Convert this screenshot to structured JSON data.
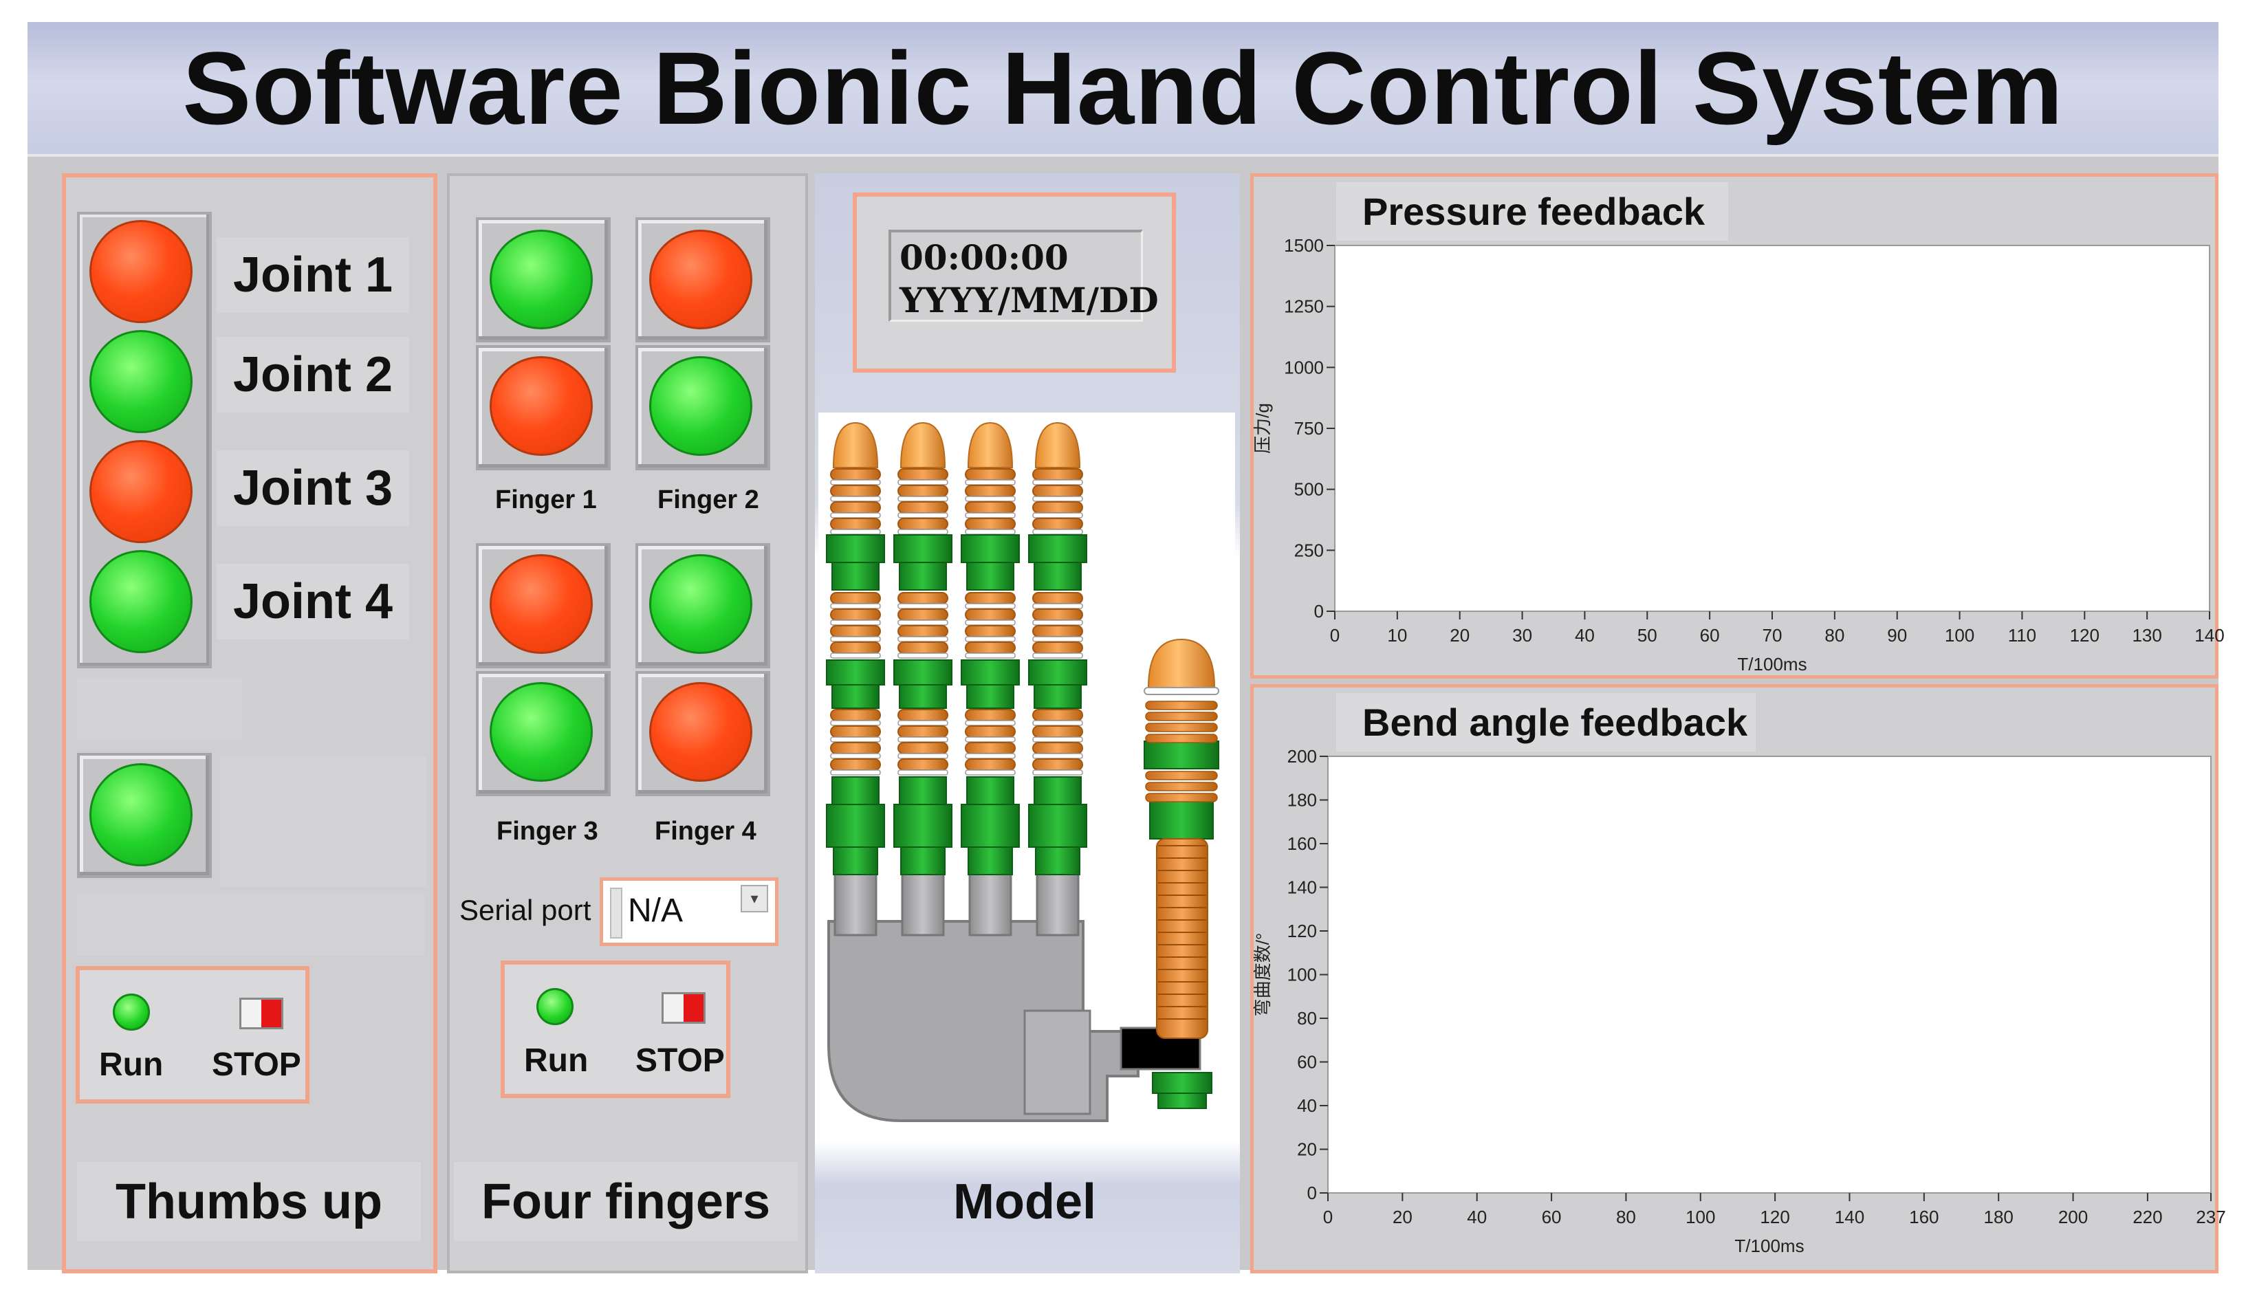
{
  "title": "Software Bionic Hand Control System",
  "thumb_panel": {
    "joints": [
      {
        "label": "Joint 1",
        "state": "red"
      },
      {
        "label": "Joint 2",
        "state": "green"
      },
      {
        "label": "Joint 3",
        "state": "red"
      },
      {
        "label": "Joint 4",
        "state": "green"
      }
    ],
    "extra_led_state": "green",
    "run_label": "Run",
    "stop_label": "STOP",
    "caption": "Thumbs up"
  },
  "fingers_panel": {
    "fingers": [
      {
        "label": "Finger 1",
        "upper": "green",
        "lower": "red"
      },
      {
        "label": "Finger 2",
        "upper": "red",
        "lower": "green"
      },
      {
        "label": "Finger 3",
        "upper": "red",
        "lower": "green"
      },
      {
        "label": "Finger 4",
        "upper": "green",
        "lower": "red"
      }
    ],
    "serial_port_label": "Serial port",
    "serial_port_value": "N/A",
    "run_label": "Run",
    "stop_label": "STOP",
    "caption": "Four fingers"
  },
  "model_panel": {
    "time": "00:00:00",
    "date": "YYYY/MM/DD",
    "caption": "Model"
  },
  "colors": {
    "led_red": "#ff4a16",
    "led_green": "#22d22a",
    "panel_border": "#f2a58a",
    "finger_tip": "#f0a048",
    "finger_green": "#1fa830",
    "palm_gray": "#a8a8aa"
  },
  "chart_data": [
    {
      "type": "line",
      "title": "Pressure feedback",
      "xlabel": "T/100ms",
      "ylabel": "压力/g",
      "xlim": [
        0,
        140
      ],
      "ylim": [
        0,
        1500
      ],
      "x_ticks": [
        "0",
        "10",
        "20",
        "30",
        "40",
        "50",
        "60",
        "70",
        "80",
        "90",
        "100",
        "110",
        "120",
        "130",
        "140"
      ],
      "y_ticks": [
        "0",
        "250",
        "500",
        "750",
        "1000",
        "1250",
        "1500"
      ],
      "series": []
    },
    {
      "type": "line",
      "title": "Bend angle feedback",
      "xlabel": "T/100ms",
      "ylabel": "弯曲度数/°",
      "xlim": [
        0,
        237
      ],
      "ylim": [
        0,
        200
      ],
      "x_ticks": [
        "0",
        "20",
        "40",
        "60",
        "80",
        "100",
        "120",
        "140",
        "160",
        "180",
        "200",
        "220",
        "237"
      ],
      "y_ticks": [
        "0",
        "20",
        "40",
        "60",
        "80",
        "100",
        "120",
        "140",
        "160",
        "180",
        "200"
      ],
      "series": []
    }
  ]
}
